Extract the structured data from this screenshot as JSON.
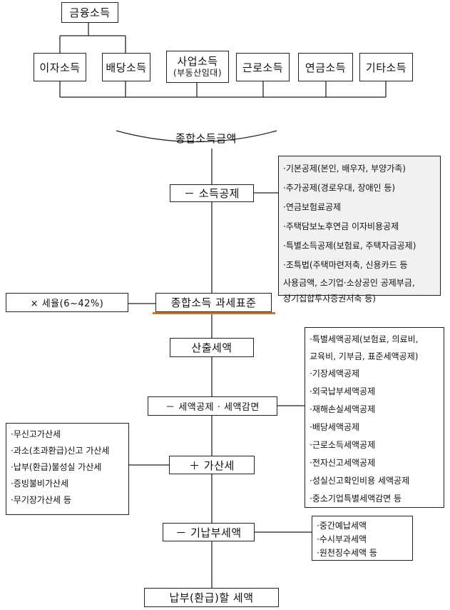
{
  "financial_income": "금융소득",
  "income_types": [
    "이자소득",
    "배당소득",
    "사업소득",
    "근로소득",
    "연금소득",
    "기타소득"
  ],
  "business_income_sub": "(부동산임대)",
  "total_income": "종합소득금액",
  "income_deduction": "－ 소득공제",
  "income_deduction_items": [
    "·기본공제(본인, 배우자, 부양가족)",
    "·추가공제(경로우대, 장애인 등)",
    "·연금보험료공제",
    "·주택담보노후연금 이자비용공제",
    "·특별소득공제(보험료, 주택자금공제)",
    "·조특법(주택마련저축, 신용카드 등",
    " 사용금액, 소기업·소상공인 공제부금,",
    " 장기집합투자증권저축 등)"
  ],
  "tax_rate": "× 세율(6~42%)",
  "tax_base": "종합소득 과세표준",
  "computed_tax": "산출세액",
  "tax_credit": "－ 세액공제 · 세액감면",
  "tax_credit_items": [
    "·특별세액공제(보험료, 의료비,",
    " 교육비, 기부금, 표준세액공제)",
    "·기장세액공제",
    "·외국납부세액공제",
    "·재해손실세액공제",
    "·배당세액공제",
    "·근로소득세액공제",
    "·전자신고세액공제",
    "·성실신고확인비용 세액공제",
    "·중소기업특별세액감면 등"
  ],
  "additional_tax": "＋ 가산세",
  "additional_tax_items": [
    "·무신고가산세",
    "·과소(초과환급)신고 가산세",
    "·납부(환급)불성실 가산세",
    "·증빙불비가산세",
    "·무기장가산세 등"
  ],
  "prepaid_tax": "－ 기납부세액",
  "prepaid_tax_items": [
    "·중간예납세액",
    "·수시부과세액",
    "·원천징수세액 등"
  ],
  "final_tax": "납부(환급)할 세액",
  "accent_color": "#e46c0a"
}
